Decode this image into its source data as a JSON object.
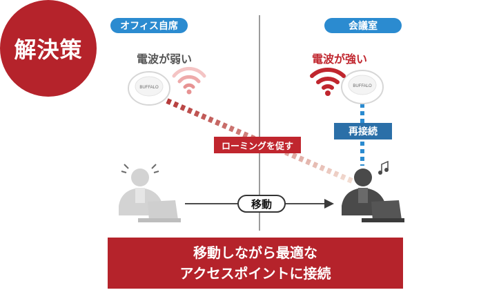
{
  "badge": {
    "label": "解決策"
  },
  "locations": {
    "left": "オフィス自席",
    "right": "会議室"
  },
  "signal": {
    "weak": "電波が弱い",
    "strong": "電波が強い"
  },
  "access_point": {
    "brand": "BUFFALO"
  },
  "labels": {
    "reconnect": "再接続",
    "roaming": "ローミングを促す",
    "move": "移動"
  },
  "banner": {
    "line1": "移動しながら最適な",
    "line2": "アクセスポイントに接続"
  },
  "colors": {
    "accent_red": "#b5232b",
    "accent_blue": "#2b8bd0",
    "connection_blue": "#2b6fa8"
  },
  "icons": [
    "access-point-icon",
    "wifi-weak-icon",
    "wifi-strong-icon",
    "person-laptop-icon",
    "music-note-icon",
    "arrow-right-icon"
  ]
}
